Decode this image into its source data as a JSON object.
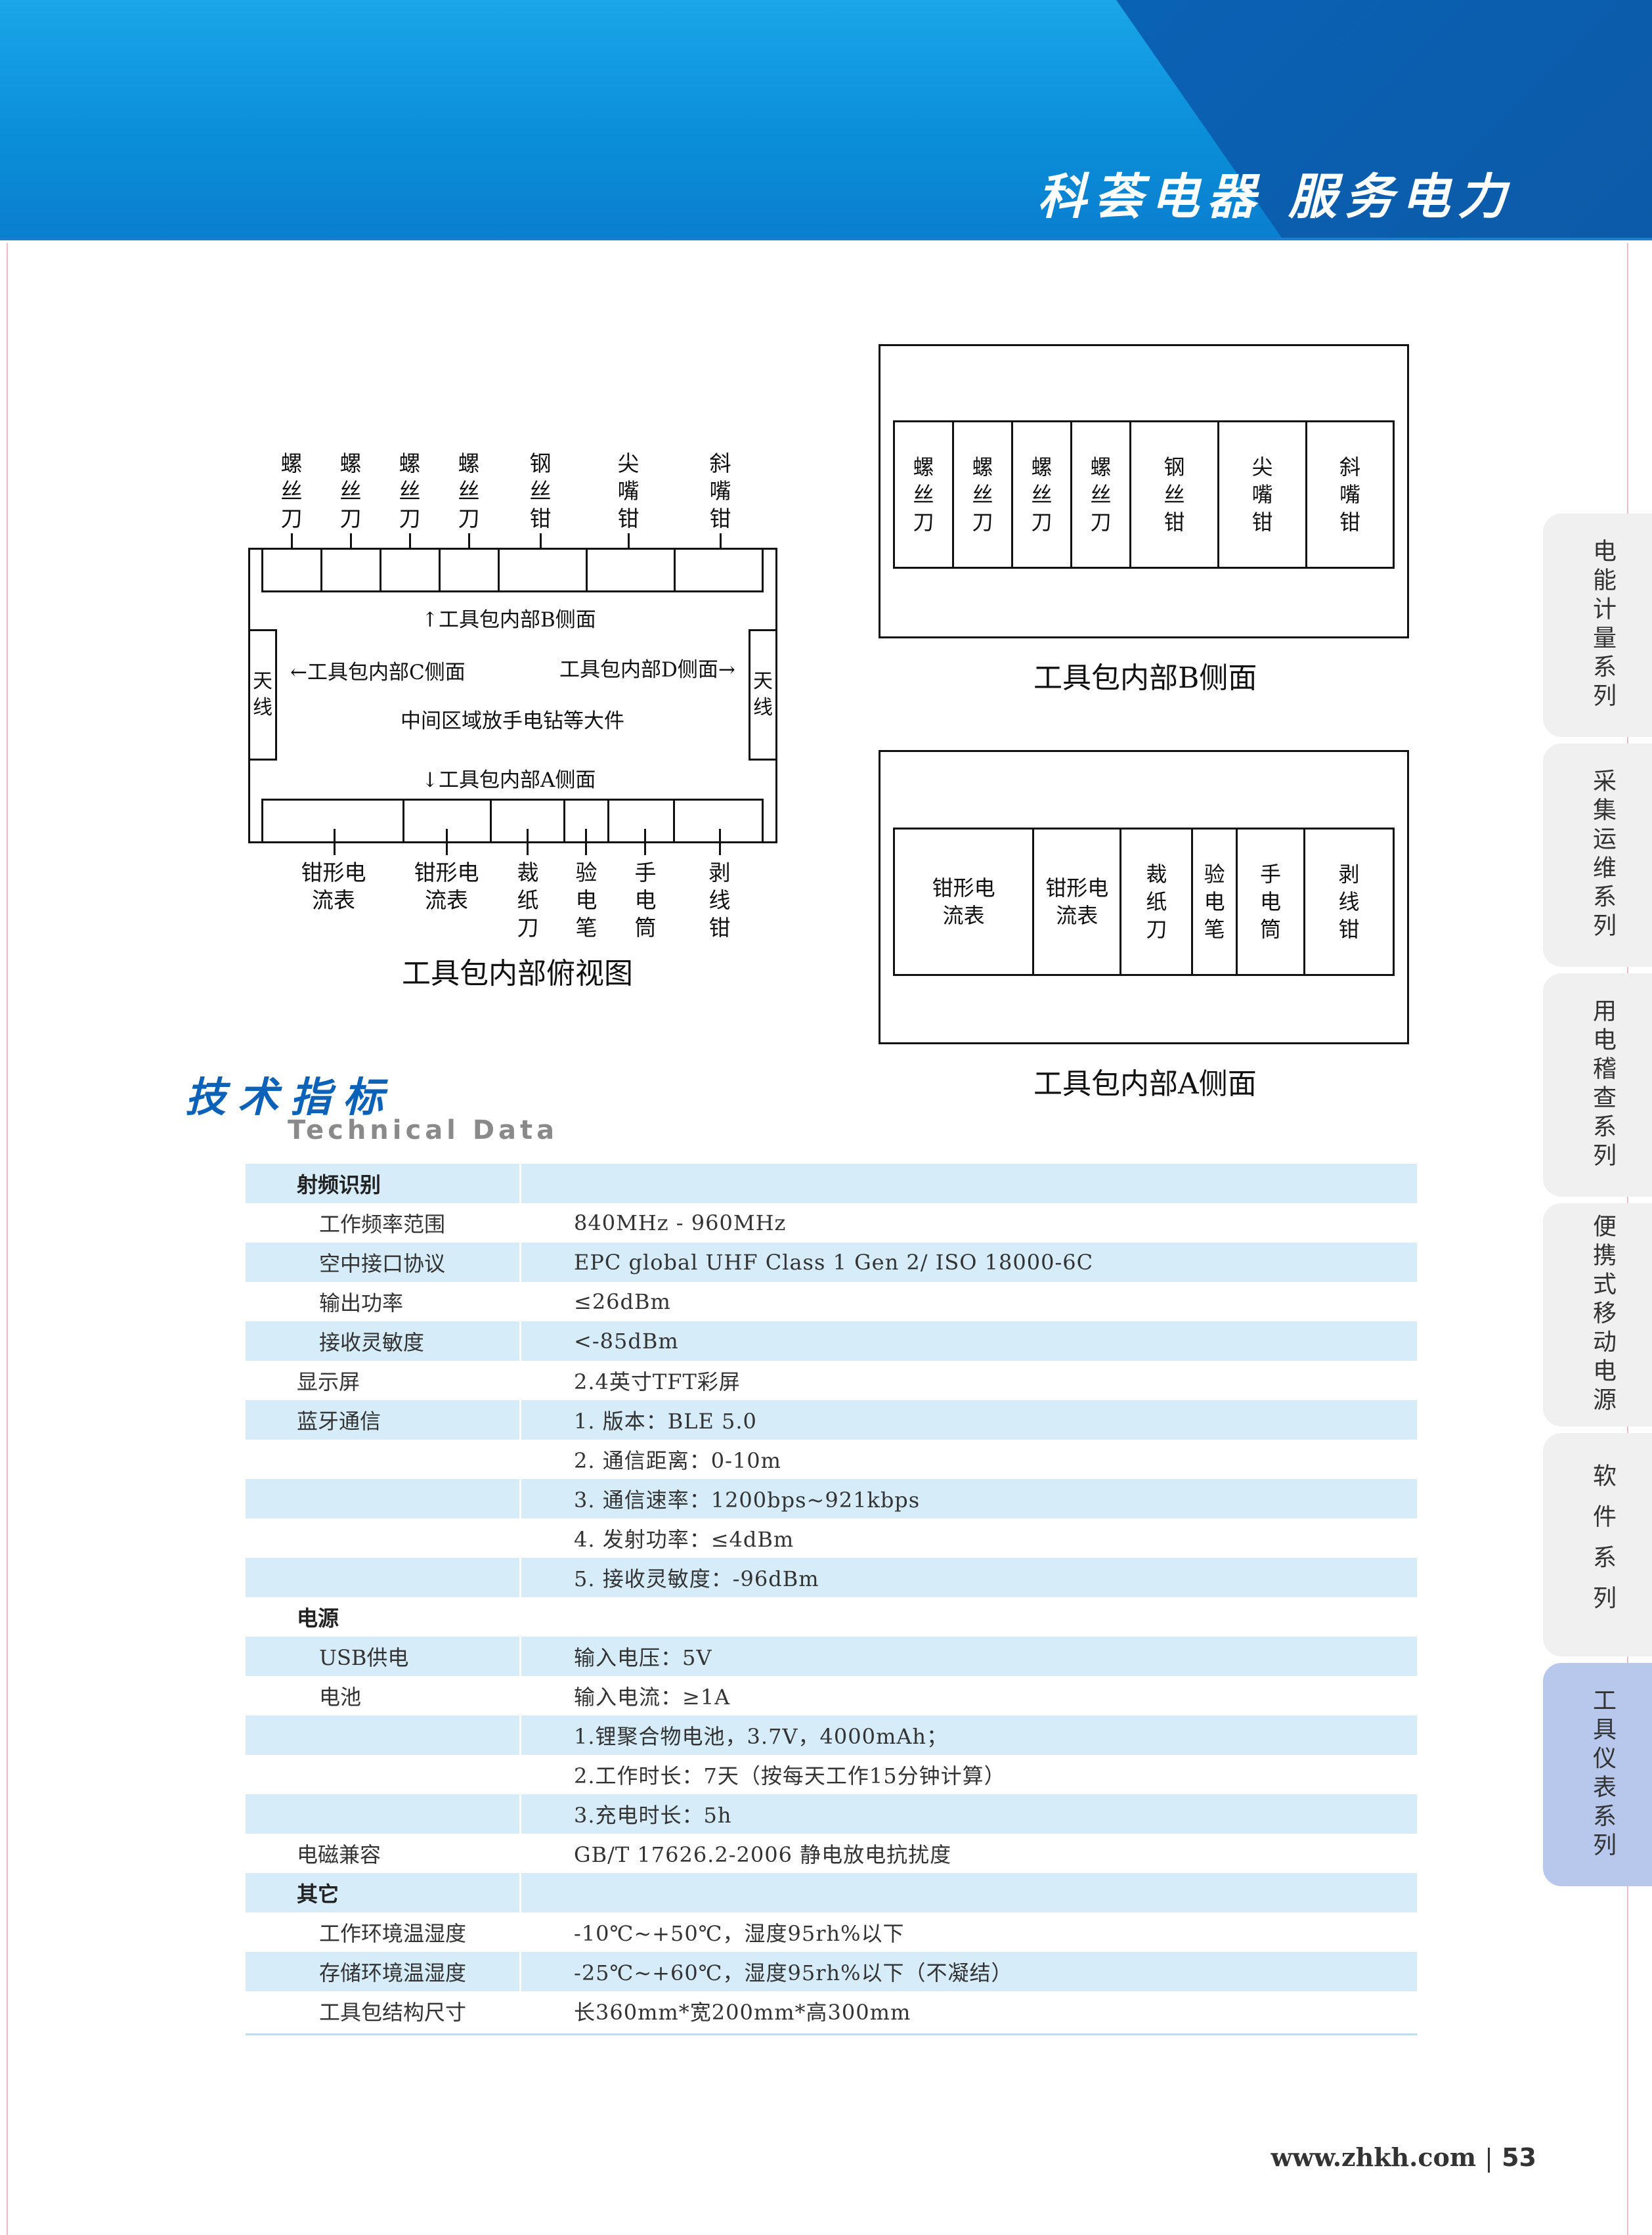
{
  "header": {
    "slogan": "科荟电器  服务电力"
  },
  "top_view": {
    "top_labels": [
      "螺\n丝\n刀",
      "螺\n丝\n刀",
      "螺\n丝\n刀",
      "螺\n丝\n刀",
      "钢\n丝\n钳",
      "尖\n嘴\n钳",
      "斜\n嘴\n钳"
    ],
    "bottom_labels": [
      "钳形电\n流表",
      "钳形电\n流表",
      "裁\n纸\n刀",
      "验\n电\n笔",
      "手\n电\n筒",
      "剥\n线\n钳"
    ],
    "antenna": "天\n线",
    "label_b": "↑工具包内部B侧面",
    "label_c": "←工具包内部C侧面",
    "label_d": "工具包内部D侧面→",
    "label_center": "中间区域放手电钻等大件",
    "label_a": "↓工具包内部A侧面",
    "caption": "工具包内部俯视图"
  },
  "side_b": {
    "slots": [
      "螺\n丝\n刀",
      "螺\n丝\n刀",
      "螺\n丝\n刀",
      "螺\n丝\n刀",
      "钢\n丝\n钳",
      "尖\n嘴\n钳",
      "斜\n嘴\n钳"
    ],
    "caption": "工具包内部B侧面"
  },
  "side_a": {
    "slots": [
      "钳形电\n流表",
      "钳形电\n流表",
      "裁\n纸\n刀",
      "验\n电\n笔",
      "手\n电\n筒",
      "剥\n线\n钳"
    ],
    "caption": "工具包内部A侧面"
  },
  "tech": {
    "title": "技术指标",
    "subtitle": "Technical Data",
    "rows": [
      {
        "k": "射频识别",
        "v": "",
        "style": "bold"
      },
      {
        "k": "工作频率范围",
        "v": "840MHz - 960MHz",
        "style": "indent"
      },
      {
        "k": "空中接口协议",
        "v": "EPC global UHF Class 1 Gen 2/ ISO 18000-6C",
        "style": "indent"
      },
      {
        "k": "输出功率",
        "v": "≤26dBm",
        "style": "indent"
      },
      {
        "k": "接收灵敏度",
        "v": "<-85dBm",
        "style": "indent"
      },
      {
        "k": "显示屏",
        "v": "2.4英寸TFT彩屏",
        "style": ""
      },
      {
        "k": "蓝牙通信",
        "v": "1. 版本：BLE 5.0",
        "style": ""
      },
      {
        "k": "",
        "v": "2. 通信距离：0-10m",
        "style": ""
      },
      {
        "k": "",
        "v": "3. 通信速率：1200bps~921kbps",
        "style": ""
      },
      {
        "k": "",
        "v": "4. 发射功率：≤4dBm",
        "style": ""
      },
      {
        "k": "",
        "v": "5. 接收灵敏度：-96dBm",
        "style": ""
      },
      {
        "k": "电源",
        "v": "",
        "style": "bold"
      },
      {
        "k": "USB供电",
        "v": "输入电压：5V",
        "style": "indent"
      },
      {
        "k": "电池",
        "v": "输入电流：≥1A",
        "style": "indent"
      },
      {
        "k": "",
        "v": "1.锂聚合物电池，3.7V，4000mAh；",
        "style": ""
      },
      {
        "k": "",
        "v": "2.工作时长：7天（按每天工作15分钟计算）",
        "style": ""
      },
      {
        "k": "",
        "v": "3.充电时长：5h",
        "style": ""
      },
      {
        "k": "电磁兼容",
        "v": "GB/T 17626.2-2006 静电放电抗扰度",
        "style": ""
      },
      {
        "k": "其它",
        "v": "",
        "style": "bold"
      },
      {
        "k": "工作环境温湿度",
        "v": "-10℃~+50℃，湿度95rh%以下",
        "style": "indent"
      },
      {
        "k": "存储环境温湿度",
        "v": "-25℃~+60℃，湿度95rh%以下（不凝结）",
        "style": "indent"
      },
      {
        "k": "工具包结构尺寸",
        "v": "长360mm*宽200mm*高300mm",
        "style": "indent"
      }
    ]
  },
  "side_tabs": [
    {
      "label": "电能计量系列",
      "active": false
    },
    {
      "label": "采集运维系列",
      "active": false
    },
    {
      "label": "用电稽查系列",
      "active": false
    },
    {
      "label": "便携式移动电源",
      "active": false
    },
    {
      "label": "软件系列",
      "active": false
    },
    {
      "label": "工具仪表系列",
      "active": true
    }
  ],
  "footer": {
    "url": "www.zhkh.com",
    "page": "53"
  }
}
